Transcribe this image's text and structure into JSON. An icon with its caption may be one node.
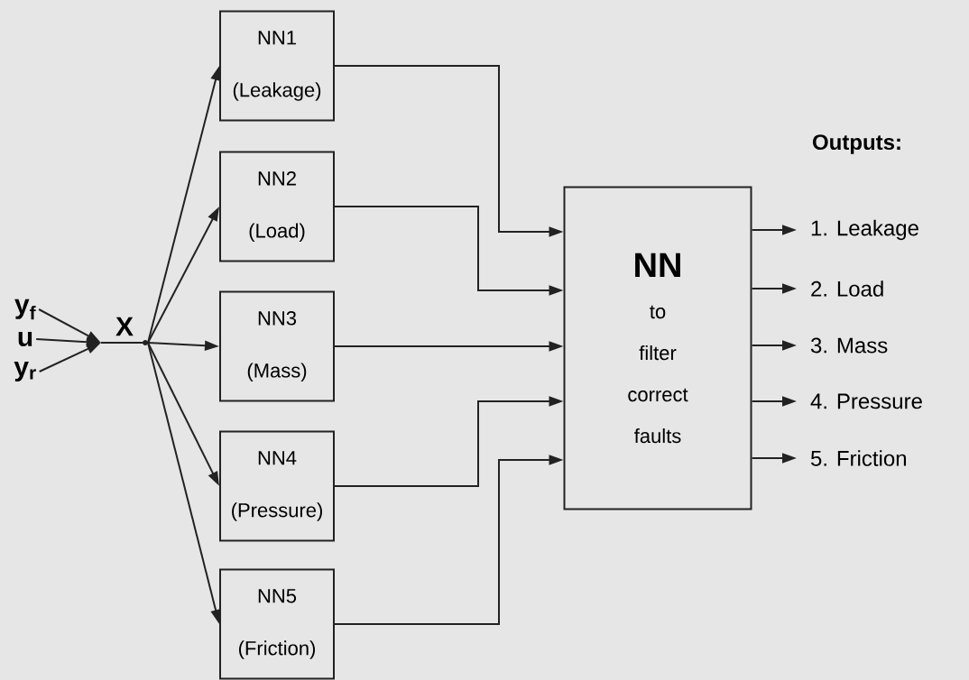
{
  "diagram": {
    "nodes": [
      {
        "text": [
          "y$_{f}$"
        ]
      },
      {
        "text": [
          "u"
        ]
      },
      {
        "text": [
          "y$_{r}$"
        ]
      },
      {
        "text": [
          "X"
        ]
      },
      {
        "text": [
          "NN1",
          "(Leakage)"
        ]
      },
      {
        "text": [
          "NN2",
          "(Load)"
        ]
      },
      {
        "text": [
          "NN3",
          "(Mass)"
        ]
      },
      {
        "text": [
          "NN4",
          "(Pressure)"
        ]
      },
      {
        "text": [
          "NN5",
          "(Friction)"
        ]
      },
      {
        "text": [
          "NN",
          "to filter correct faults"
        ]
      },
      {
        "text": [
          "1. Leakage"
        ]
      },
      {
        "text": [
          "2. Load"
        ]
      },
      {
        "text": [
          "3. Mass"
        ]
      },
      {
        "text": [
          "4. Pressure"
        ]
      },
      {
        "text": [
          "5. Friction"
        ]
      }
    ],
    "edges": [
      {
        "from": 0,
        "to": 3,
        "arrow": "to"
      },
      {
        "from": 1,
        "to": 3,
        "arrow": "to"
      },
      {
        "from": 2,
        "to": 3,
        "arrow": "to"
      },
      {
        "from": 3,
        "to": 4,
        "arrow": "to"
      },
      {
        "from": 3,
        "to": 5,
        "arrow": "to"
      },
      {
        "from": 3,
        "to": 6,
        "arrow": "to"
      },
      {
        "from": 3,
        "to": 7,
        "arrow": "to"
      },
      {
        "from": 3,
        "to": 8,
        "arrow": "to"
      },
      {
        "from": 4,
        "to": 9,
        "arrow": "to"
      },
      {
        "from": 5,
        "to": 9,
        "arrow": "to"
      },
      {
        "from": 6,
        "to": 9,
        "arrow": "to"
      },
      {
        "from": 7,
        "to": 9,
        "arrow": "to"
      },
      {
        "from": 8,
        "to": 9,
        "arrow": "to"
      },
      {
        "from": 9,
        "to": 10,
        "arrow": "to"
      },
      {
        "from": 9,
        "to": 11,
        "arrow": "to"
      },
      {
        "from": 9,
        "to": 12,
        "arrow": "to"
      },
      {
        "from": 9,
        "to": 13,
        "arrow": "to"
      },
      {
        "from": 9,
        "to": 14,
        "arrow": "to"
      }
    ],
    "labels": [
      "Outputs:"
    ]
  }
}
